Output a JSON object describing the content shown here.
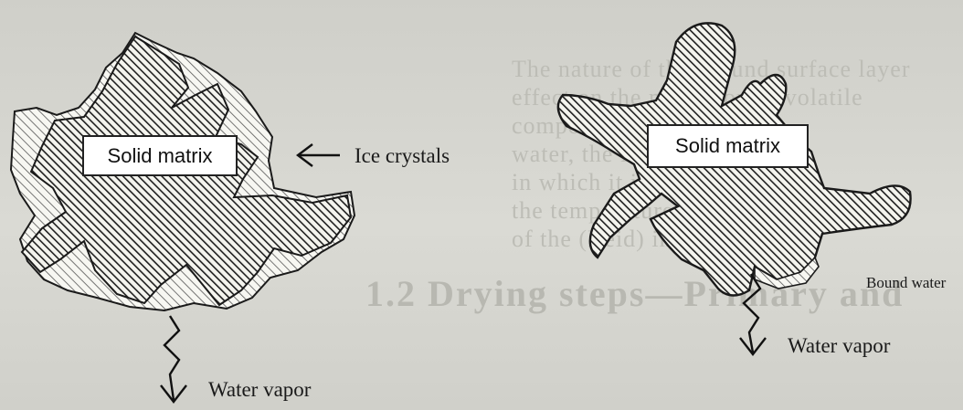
{
  "diagram": {
    "left_panel": {
      "matrix_label": "Solid matrix",
      "ice_label": "Ice crystals",
      "vapor_label": "Water vapor"
    },
    "right_panel": {
      "matrix_label": "Solid matrix",
      "bound_label": "Bound water",
      "vapor_label": "Water vapor"
    },
    "background_text": {
      "lines": [
        "The nature of the ground surface layer",
        "effect on the migration of volatile component",
        "water, the intensity",
        "in which it is formed",
        "the temperature at the surface",
        "of the (Reid) inter"
      ],
      "heading": "1.2 Drying steps—Primary and"
    }
  }
}
